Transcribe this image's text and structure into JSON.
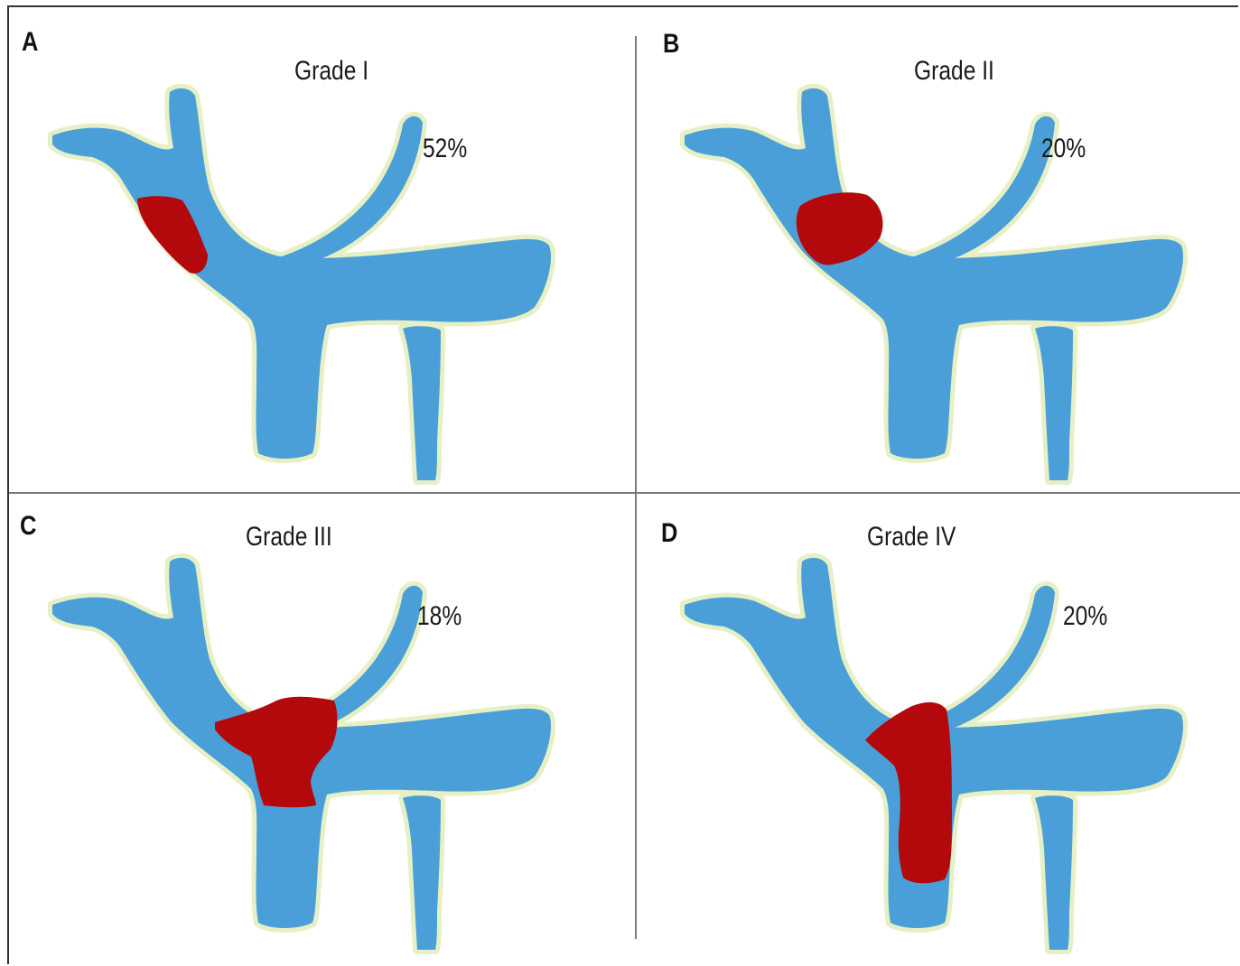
{
  "panels": [
    {
      "letter": "A",
      "grade": "Grade I",
      "percent": "52%",
      "lesion": "left-duct"
    },
    {
      "letter": "B",
      "grade": "Grade II",
      "percent": "20%",
      "lesion": "bifurcation"
    },
    {
      "letter": "C",
      "grade": "Grade III",
      "percent": "18%",
      "lesion": "confluence-left"
    },
    {
      "letter": "D",
      "grade": "Grade IV",
      "percent": "20%",
      "lesion": "common-duct"
    }
  ],
  "colors": {
    "duct": "#4a9fd8",
    "duct_edge": "#e6f0c4",
    "lesion": "#b3080c",
    "divider": "#7a7a7a"
  }
}
